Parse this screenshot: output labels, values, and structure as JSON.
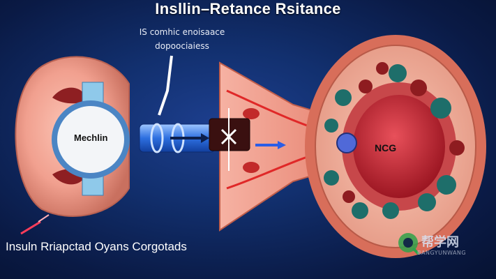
{
  "title": "Insllin–Retance Rsitance",
  "annotation": {
    "line1": "IS comhic enoisaace",
    "line2": "dopoociaiess"
  },
  "caption": "Insuln Rriapctad Oyans Corgotads",
  "labels": {
    "left_organ": "Mechlin",
    "right_organ": "NCG"
  },
  "watermark": {
    "logo_text": "帮学网",
    "sub_text": "BANGYUNWANG"
  }
}
